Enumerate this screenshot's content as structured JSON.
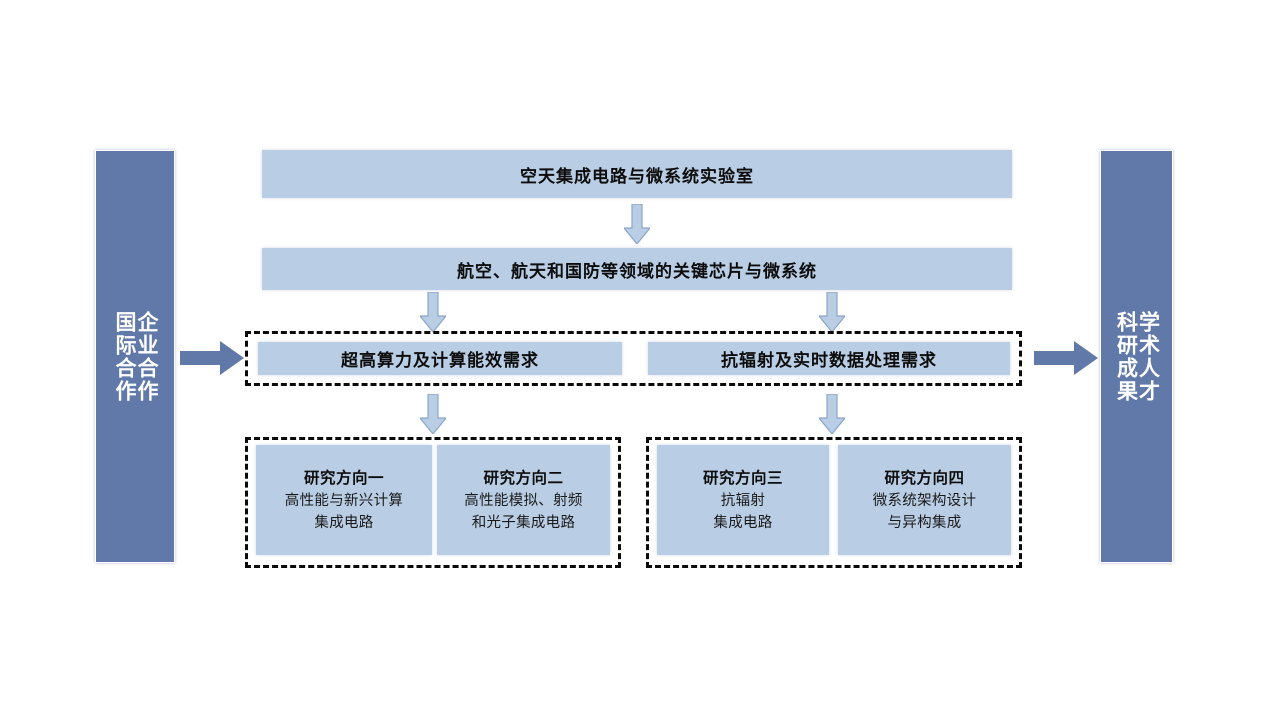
{
  "diagram": {
    "left_bar": {
      "label": "企业合作\n国际合作"
    },
    "right_bar": {
      "label": "学术人才\n科研成果"
    },
    "lab_box": {
      "label": "空天集成电路与微系统实验室"
    },
    "domain_box": {
      "label": "航空、航天和国防等领域的关键芯片与微系统"
    },
    "needs": [
      {
        "label": "超高算力及计算能效需求"
      },
      {
        "label": "抗辐射及实时数据处理需求"
      }
    ],
    "directions": [
      {
        "title": "研究方向一",
        "line1": "高性能与新兴计算",
        "line2": "集成电路"
      },
      {
        "title": "研究方向二",
        "line1": "高性能模拟、射频",
        "line2": "和光子集成电路"
      },
      {
        "title": "研究方向三",
        "line1": "抗辐射",
        "line2": "集成电路"
      },
      {
        "title": "研究方向四",
        "line1": "微系统架构设计",
        "line2": "与异构集成"
      }
    ],
    "colors": {
      "box_fill": "#b9cde4",
      "bar_fill": "#6079a8",
      "arrow_fill": "#b9cde4",
      "arrow_stroke": "#8aa6c8",
      "solid_arrow_fill": "#6079a8",
      "dashed_border": "#0a0a0a",
      "background": "#ffffff"
    }
  }
}
